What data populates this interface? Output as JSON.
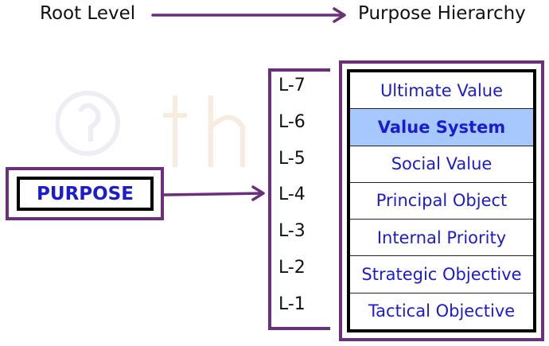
{
  "header": {
    "left_label": "Root Level",
    "right_label": "Purpose Hierarchy"
  },
  "purpose": {
    "label": "PURPOSE"
  },
  "levels": [
    {
      "code": "L-7",
      "name": "Ultimate Value",
      "highlighted": false
    },
    {
      "code": "L-6",
      "name": "Value System",
      "highlighted": true
    },
    {
      "code": "L-5",
      "name": "Social Value",
      "highlighted": false
    },
    {
      "code": "L-4",
      "name": "Principal Object",
      "highlighted": false
    },
    {
      "code": "L-3",
      "name": "Internal Priority",
      "highlighted": false
    },
    {
      "code": "L-2",
      "name": "Strategic Objective",
      "highlighted": false
    },
    {
      "code": "L-1",
      "name": "Tactical Objective",
      "highlighted": false
    }
  ],
  "colors": {
    "accent_purple": "#6b2f7c",
    "text_blue": "#1b1bd0",
    "highlight": "#a6c8ff"
  }
}
